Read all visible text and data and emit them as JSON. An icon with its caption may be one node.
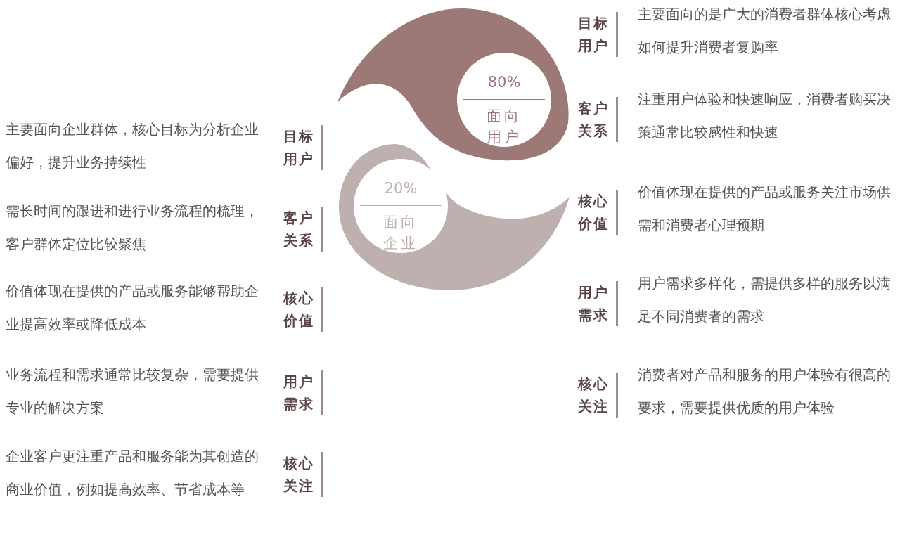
{
  "diagram": {
    "nodes": [
      {
        "text": [
          "80%",
          "面向用户"
        ]
      },
      {
        "text": [
          "20%",
          "面向企业"
        ]
      }
    ],
    "labels": [
      "目标用户",
      "主要面向企业群体，核心目标为分析企业偏好，提升业务持续性",
      "客户关系",
      "需长时间的跟进和进行业务流程的梳理，客户群体定位比较聚焦",
      "核心价值",
      "价值体现在提供的产品或服务能够帮助企业提高效率或降低成本",
      "用户需求",
      "业务流程和需求通常比较复杂，需要提供专业的解决方案",
      "核心关注",
      "企业客户更注重产品和服务能为其创造的商业价值，例如提高效率、节省成本等",
      "目标用户",
      "主要面向的是广大的消费者群体核心考虑如何提升消费者复购率",
      "客户关系",
      "注重用户体验和快速响应，消费者购买决策通常比较感性和快速",
      "核心价值",
      "价值体现在提供的产品或服务关注市场供需和消费者心理预期",
      "用户需求",
      "用户需求多样化，需提供多样的服务以满足不同消费者的需求",
      "核心关注",
      "消费者对产品和服务的用户体验有很高的要求，需要提供优质的用户体验"
    ]
  }
}
